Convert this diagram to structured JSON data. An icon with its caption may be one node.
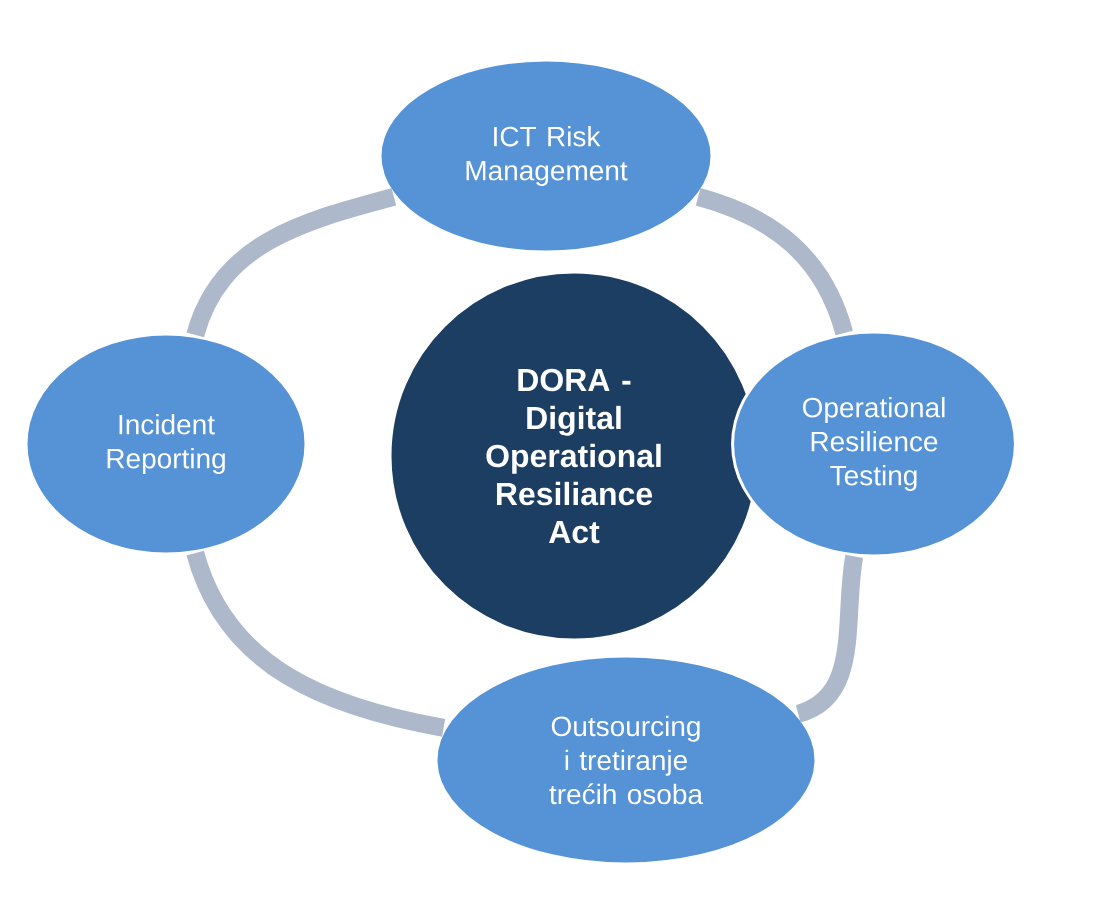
{
  "diagram": {
    "nodes": [
      {
        "text": [
          "ICT Risk Management"
        ]
      },
      {
        "text": [
          "Incident Reporting"
        ]
      },
      {
        "text": [
          "DORA - Digital Operational Resiliance Act"
        ]
      },
      {
        "text": [
          "Operational Resilience Testing"
        ]
      },
      {
        "text": [
          "Outsourcing i tretiranje trećih osoba"
        ]
      }
    ],
    "edges": [
      {
        "from": 0,
        "to": 3,
        "arrow": "none"
      },
      {
        "from": 3,
        "to": 4,
        "arrow": "none"
      },
      {
        "from": 4,
        "to": 1,
        "arrow": "none"
      },
      {
        "from": 1,
        "to": 0,
        "arrow": "none"
      }
    ]
  }
}
